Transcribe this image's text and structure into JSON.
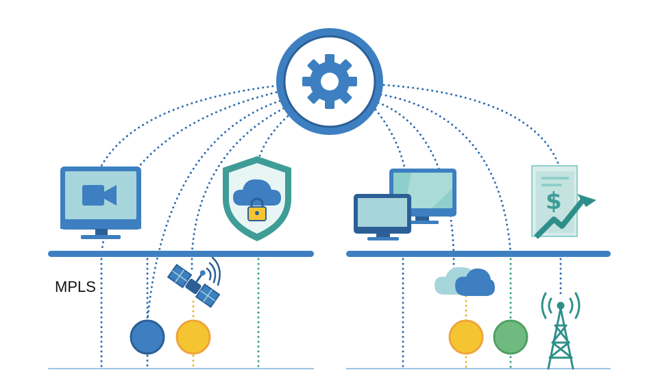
{
  "labels": {
    "mpls": "MPLS"
  },
  "icons": {
    "hub": "gear-icon",
    "left_nodes": [
      "video-monitor-icon",
      "cloud-lock-shield-icon"
    ],
    "right_nodes": [
      "dual-monitor-icon",
      "financial-report-icon"
    ],
    "bottom_left": [
      "satellite-icon",
      "blue-circle-node",
      "yellow-circle-node"
    ],
    "bottom_right": [
      "cloud-icon",
      "yellow-circle-node",
      "green-circle-node",
      "cell-tower-icon"
    ]
  },
  "colors": {
    "primary_blue": "#3d7fc0",
    "dark_blue": "#2b5f96",
    "teal": "#3f9c97",
    "light_teal": "#8fcfcb",
    "yellow": "#f5c531",
    "orange_ring": "#f0a43a",
    "green": "#6fbb7f",
    "dotted_green": "#3aa57a"
  }
}
